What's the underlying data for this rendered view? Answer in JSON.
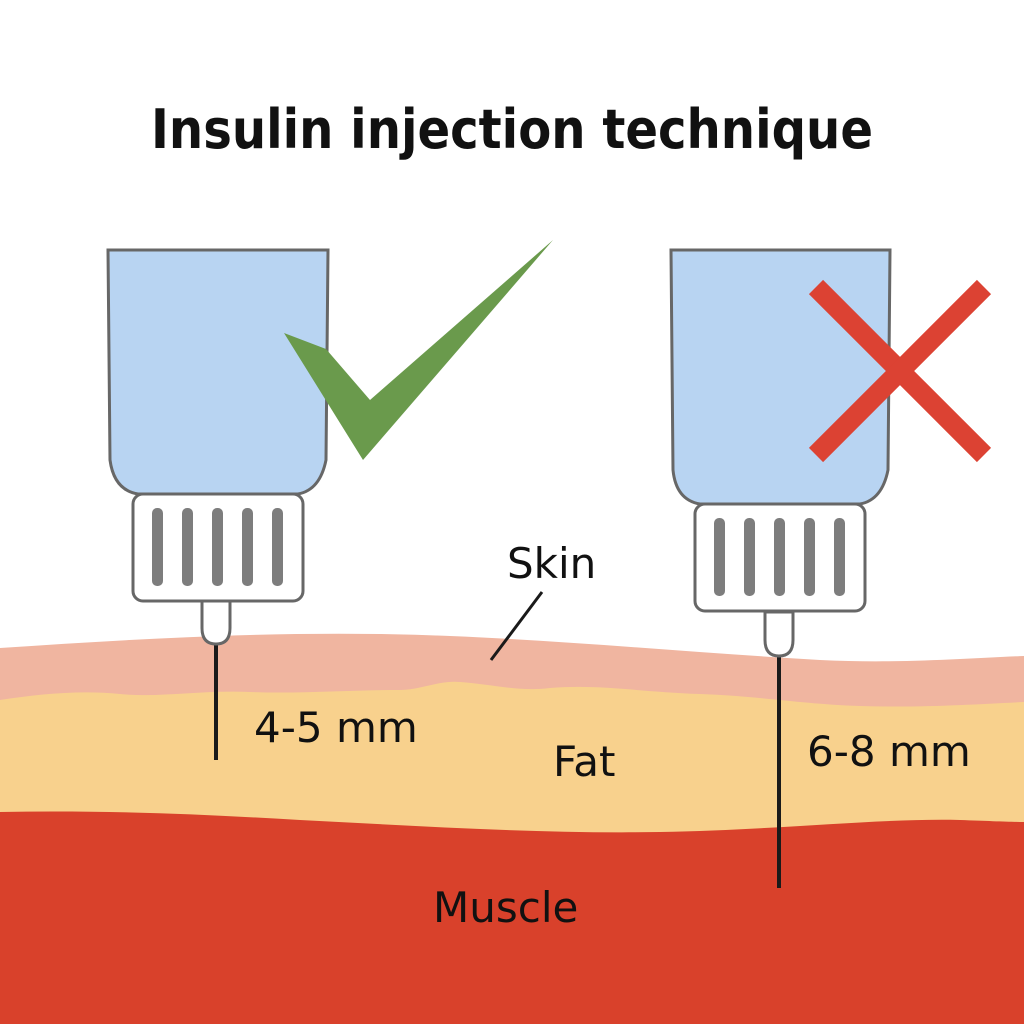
{
  "title": "Insulin injection technique",
  "labels": {
    "skin": "Skin",
    "fat": "Fat",
    "muscle": "Muscle",
    "correct_length": "4-5 mm",
    "incorrect_length": "6-8 mm"
  },
  "indicators": {
    "correct": "check-mark",
    "incorrect": "cross-mark"
  },
  "colors": {
    "skin": "#F0B5A0",
    "fat": "#F8D18D",
    "muscle": "#D9412B",
    "pen_body": "#B8D4F2",
    "pen_outline": "#676767",
    "check": "#6A9A4C",
    "cross": "#DC4233",
    "needle": "#1A1A1A"
  }
}
